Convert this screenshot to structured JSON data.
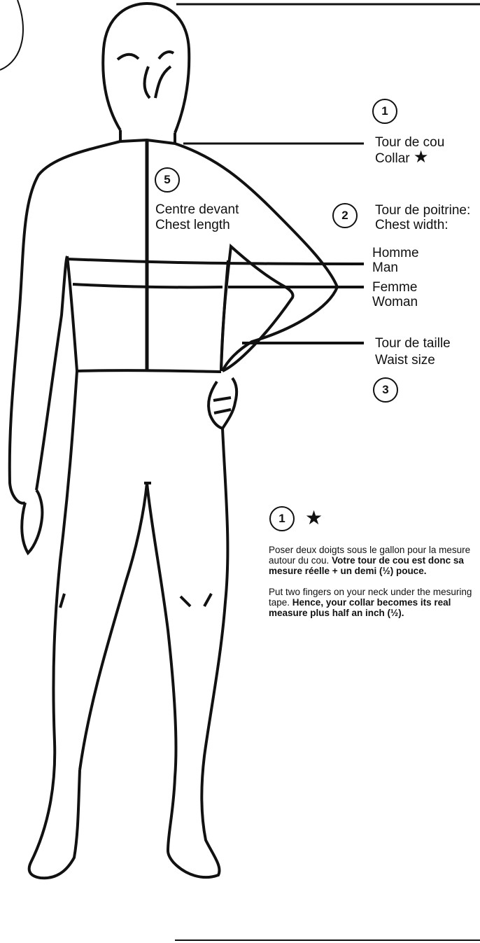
{
  "labels": {
    "collar": {
      "num": "1",
      "fr": "Tour de cou",
      "en": "Collar",
      "star": "★"
    },
    "chest_length": {
      "num": "5",
      "fr": "Centre devant",
      "en": "Chest length"
    },
    "chest_width": {
      "num": "2",
      "fr": "Tour de poitrine:",
      "en": "Chest width:"
    },
    "man": {
      "fr": "Homme",
      "en": "Man"
    },
    "woman": {
      "fr": "Femme",
      "en": "Woman"
    },
    "waist": {
      "num": "3",
      "fr": "Tour de taille",
      "en": "Waist size"
    }
  },
  "note": {
    "num": "1",
    "star": "★",
    "fr_plain": "Poser deux doigts sous le gallon pour la mesure autour du cou.",
    "fr_bold": "Votre tour de cou est donc sa mesure réelle + un demi (½) pouce.",
    "en_plain": "Put two fingers on your neck under the mesuring tape.",
    "en_bold": "Hence, your collar becomes its real measure plus half an inch (½)."
  }
}
